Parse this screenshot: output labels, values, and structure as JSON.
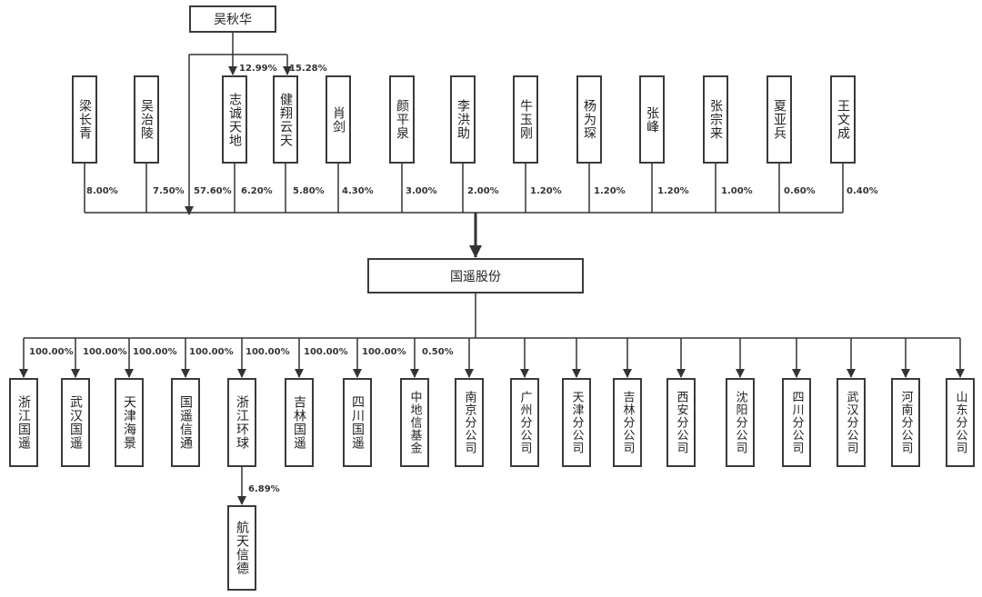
{
  "top_owner": "吴秋华",
  "top_owner_stakes": [
    "12.99%",
    "15.28%"
  ],
  "center": "国遥股份",
  "shareholders": [
    {
      "name": "梁长青",
      "pct": "8.00%"
    },
    {
      "name": "吴治陵",
      "pct": "7.50%"
    },
    {
      "name": "志诚天地",
      "pct": "6.20%"
    },
    {
      "name": "健翔云天",
      "pct": "5.80%"
    },
    {
      "name": "肖剑",
      "pct": "4.30%"
    },
    {
      "name": "颜平泉",
      "pct": "3.00%"
    },
    {
      "name": "李洪助",
      "pct": "2.00%"
    },
    {
      "name": "牛玉刚",
      "pct": "1.20%"
    },
    {
      "name": "杨为琛",
      "pct": "1.20%"
    },
    {
      "name": "张峰",
      "pct": "1.20%"
    },
    {
      "name": "张宗来",
      "pct": "1.00%"
    },
    {
      "name": "夏亚兵",
      "pct": "0.60%"
    },
    {
      "name": "王文成",
      "pct": "0.40%"
    }
  ],
  "top_owner_direct_pct": "57.60%",
  "subsidiaries": [
    {
      "name": "浙江国遥",
      "pct": "100.00%"
    },
    {
      "name": "武汉国遥",
      "pct": "100.00%"
    },
    {
      "name": "天津海景",
      "pct": "100.00%"
    },
    {
      "name": "国遥信通",
      "pct": "100.00%"
    },
    {
      "name": "浙江环球",
      "pct": "100.00%"
    },
    {
      "name": "吉林国遥",
      "pct": "100.00%"
    },
    {
      "name": "四川国遥",
      "pct": "100.00%"
    },
    {
      "name": "中地信基金",
      "pct": "0.50%"
    },
    {
      "name": "南京分公司",
      "pct": ""
    },
    {
      "name": "广州分公司",
      "pct": ""
    },
    {
      "name": "天津分公司",
      "pct": ""
    },
    {
      "name": "吉林分公司",
      "pct": ""
    },
    {
      "name": "西安分公司",
      "pct": ""
    },
    {
      "name": "沈阳分公司",
      "pct": ""
    },
    {
      "name": "四川分公司",
      "pct": ""
    },
    {
      "name": "武汉分公司",
      "pct": ""
    },
    {
      "name": "河南分公司",
      "pct": ""
    },
    {
      "name": "山东分公司",
      "pct": ""
    }
  ],
  "grandchild": {
    "name": "航天信德",
    "pct": "6.89%"
  }
}
